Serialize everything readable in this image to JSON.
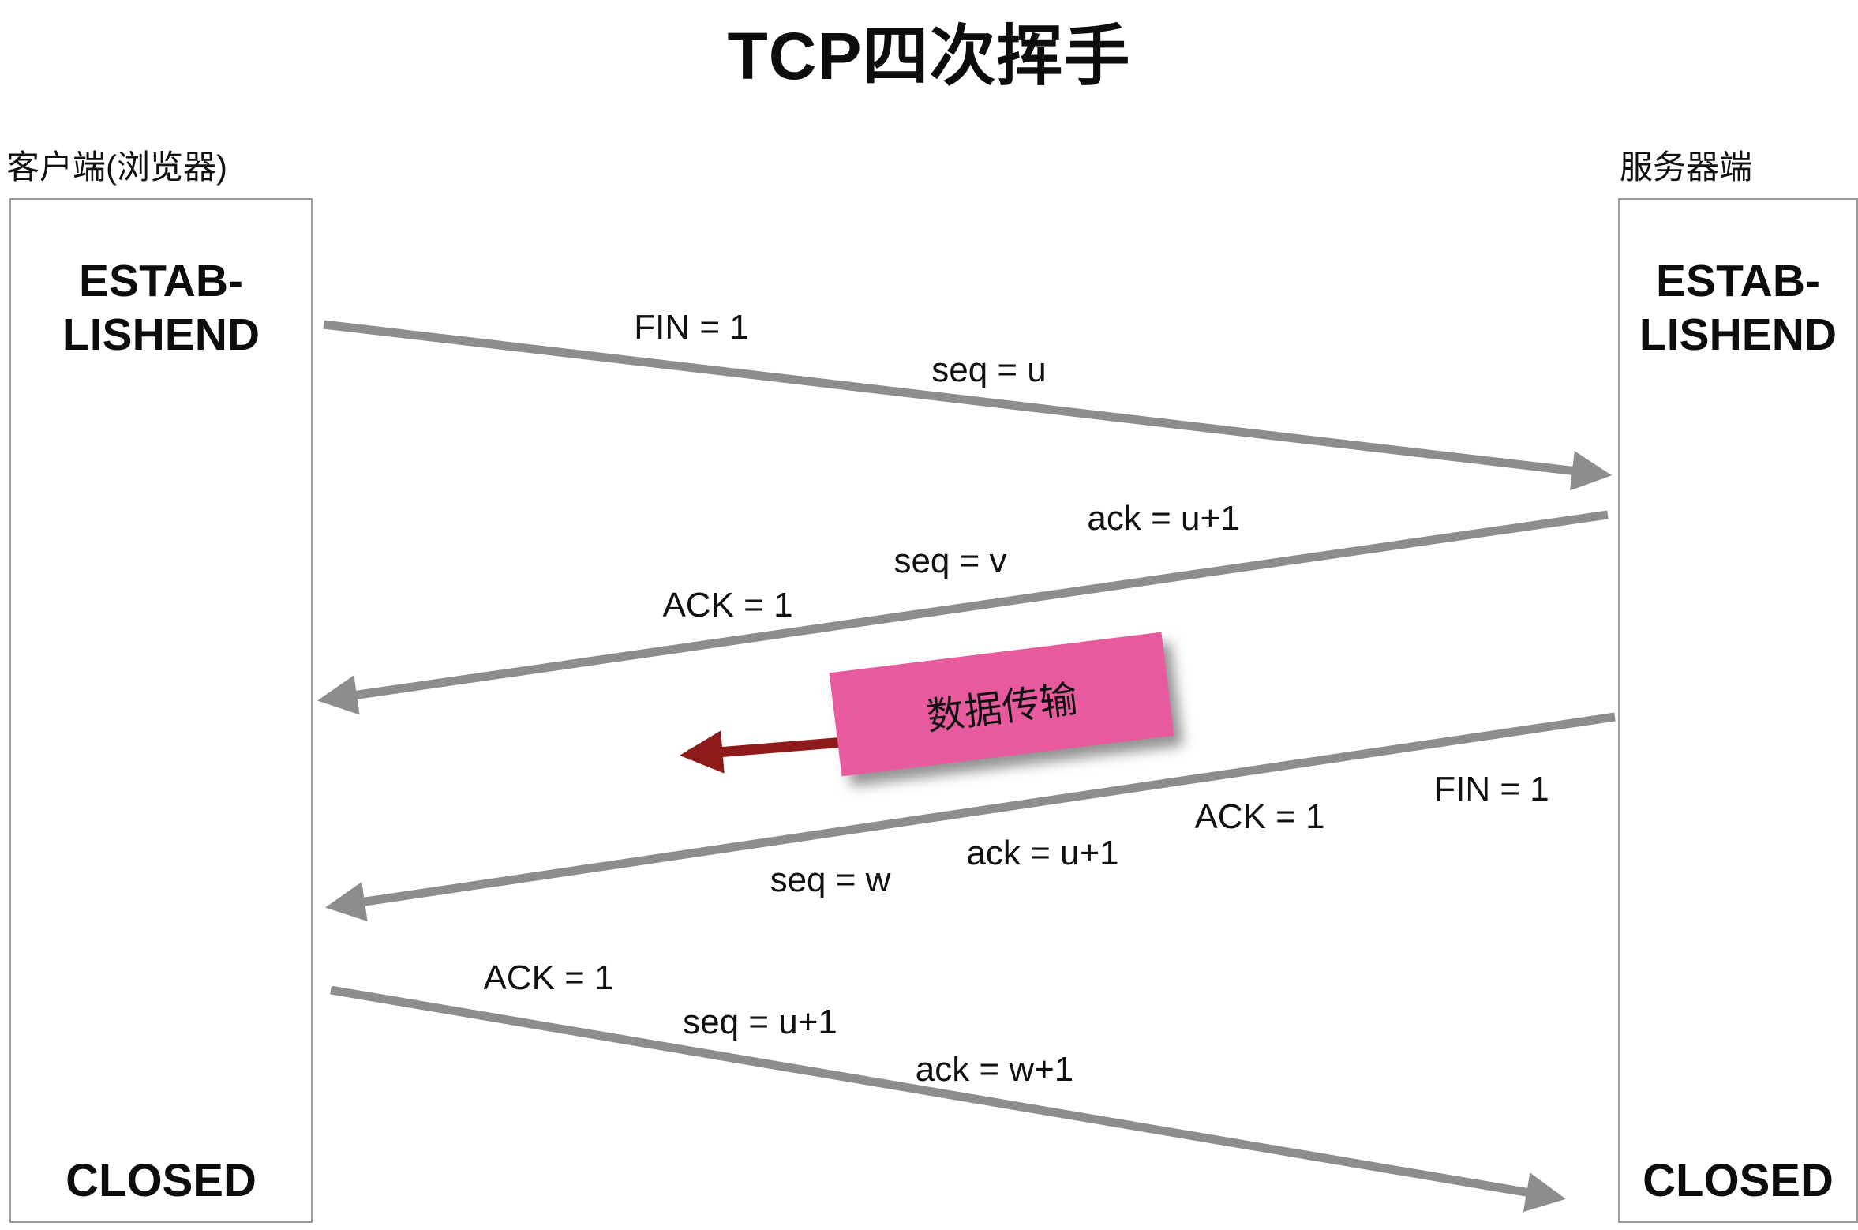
{
  "title": "TCP四次挥手",
  "client": {
    "label": "客户端(浏览器)",
    "state_top": [
      "ESTAB-",
      "LISHEND"
    ],
    "state_bottom": "CLOSED"
  },
  "server": {
    "label": "服务器端",
    "state_top": [
      "ESTAB-",
      "LISHEND"
    ],
    "state_bottom": "CLOSED"
  },
  "arrows": [
    {
      "name": "client-fin",
      "from": "client",
      "to": "server",
      "labels": [
        "FIN = 1",
        "seq = u"
      ]
    },
    {
      "name": "server-ack",
      "from": "server",
      "to": "client",
      "labels": [
        "ack = u+1",
        "seq = v",
        "ACK = 1"
      ]
    },
    {
      "name": "server-fin",
      "from": "server",
      "to": "client",
      "labels": [
        "FIN = 1",
        "ACK = 1",
        "ack = u+1",
        "seq = w"
      ]
    },
    {
      "name": "client-ack",
      "from": "client",
      "to": "server",
      "labels": [
        "ACK = 1",
        "seq = u+1",
        "ack = w+1"
      ]
    }
  ],
  "data_transfer": {
    "label": "数据传输"
  },
  "colors": {
    "arrow_gray": "#8d8d8d",
    "box_pink": "#e85a9e",
    "arrow_dark_red": "#8e1b1b",
    "border_gray": "#9b9b9b",
    "text": "#111111",
    "background": "#ffffff"
  }
}
